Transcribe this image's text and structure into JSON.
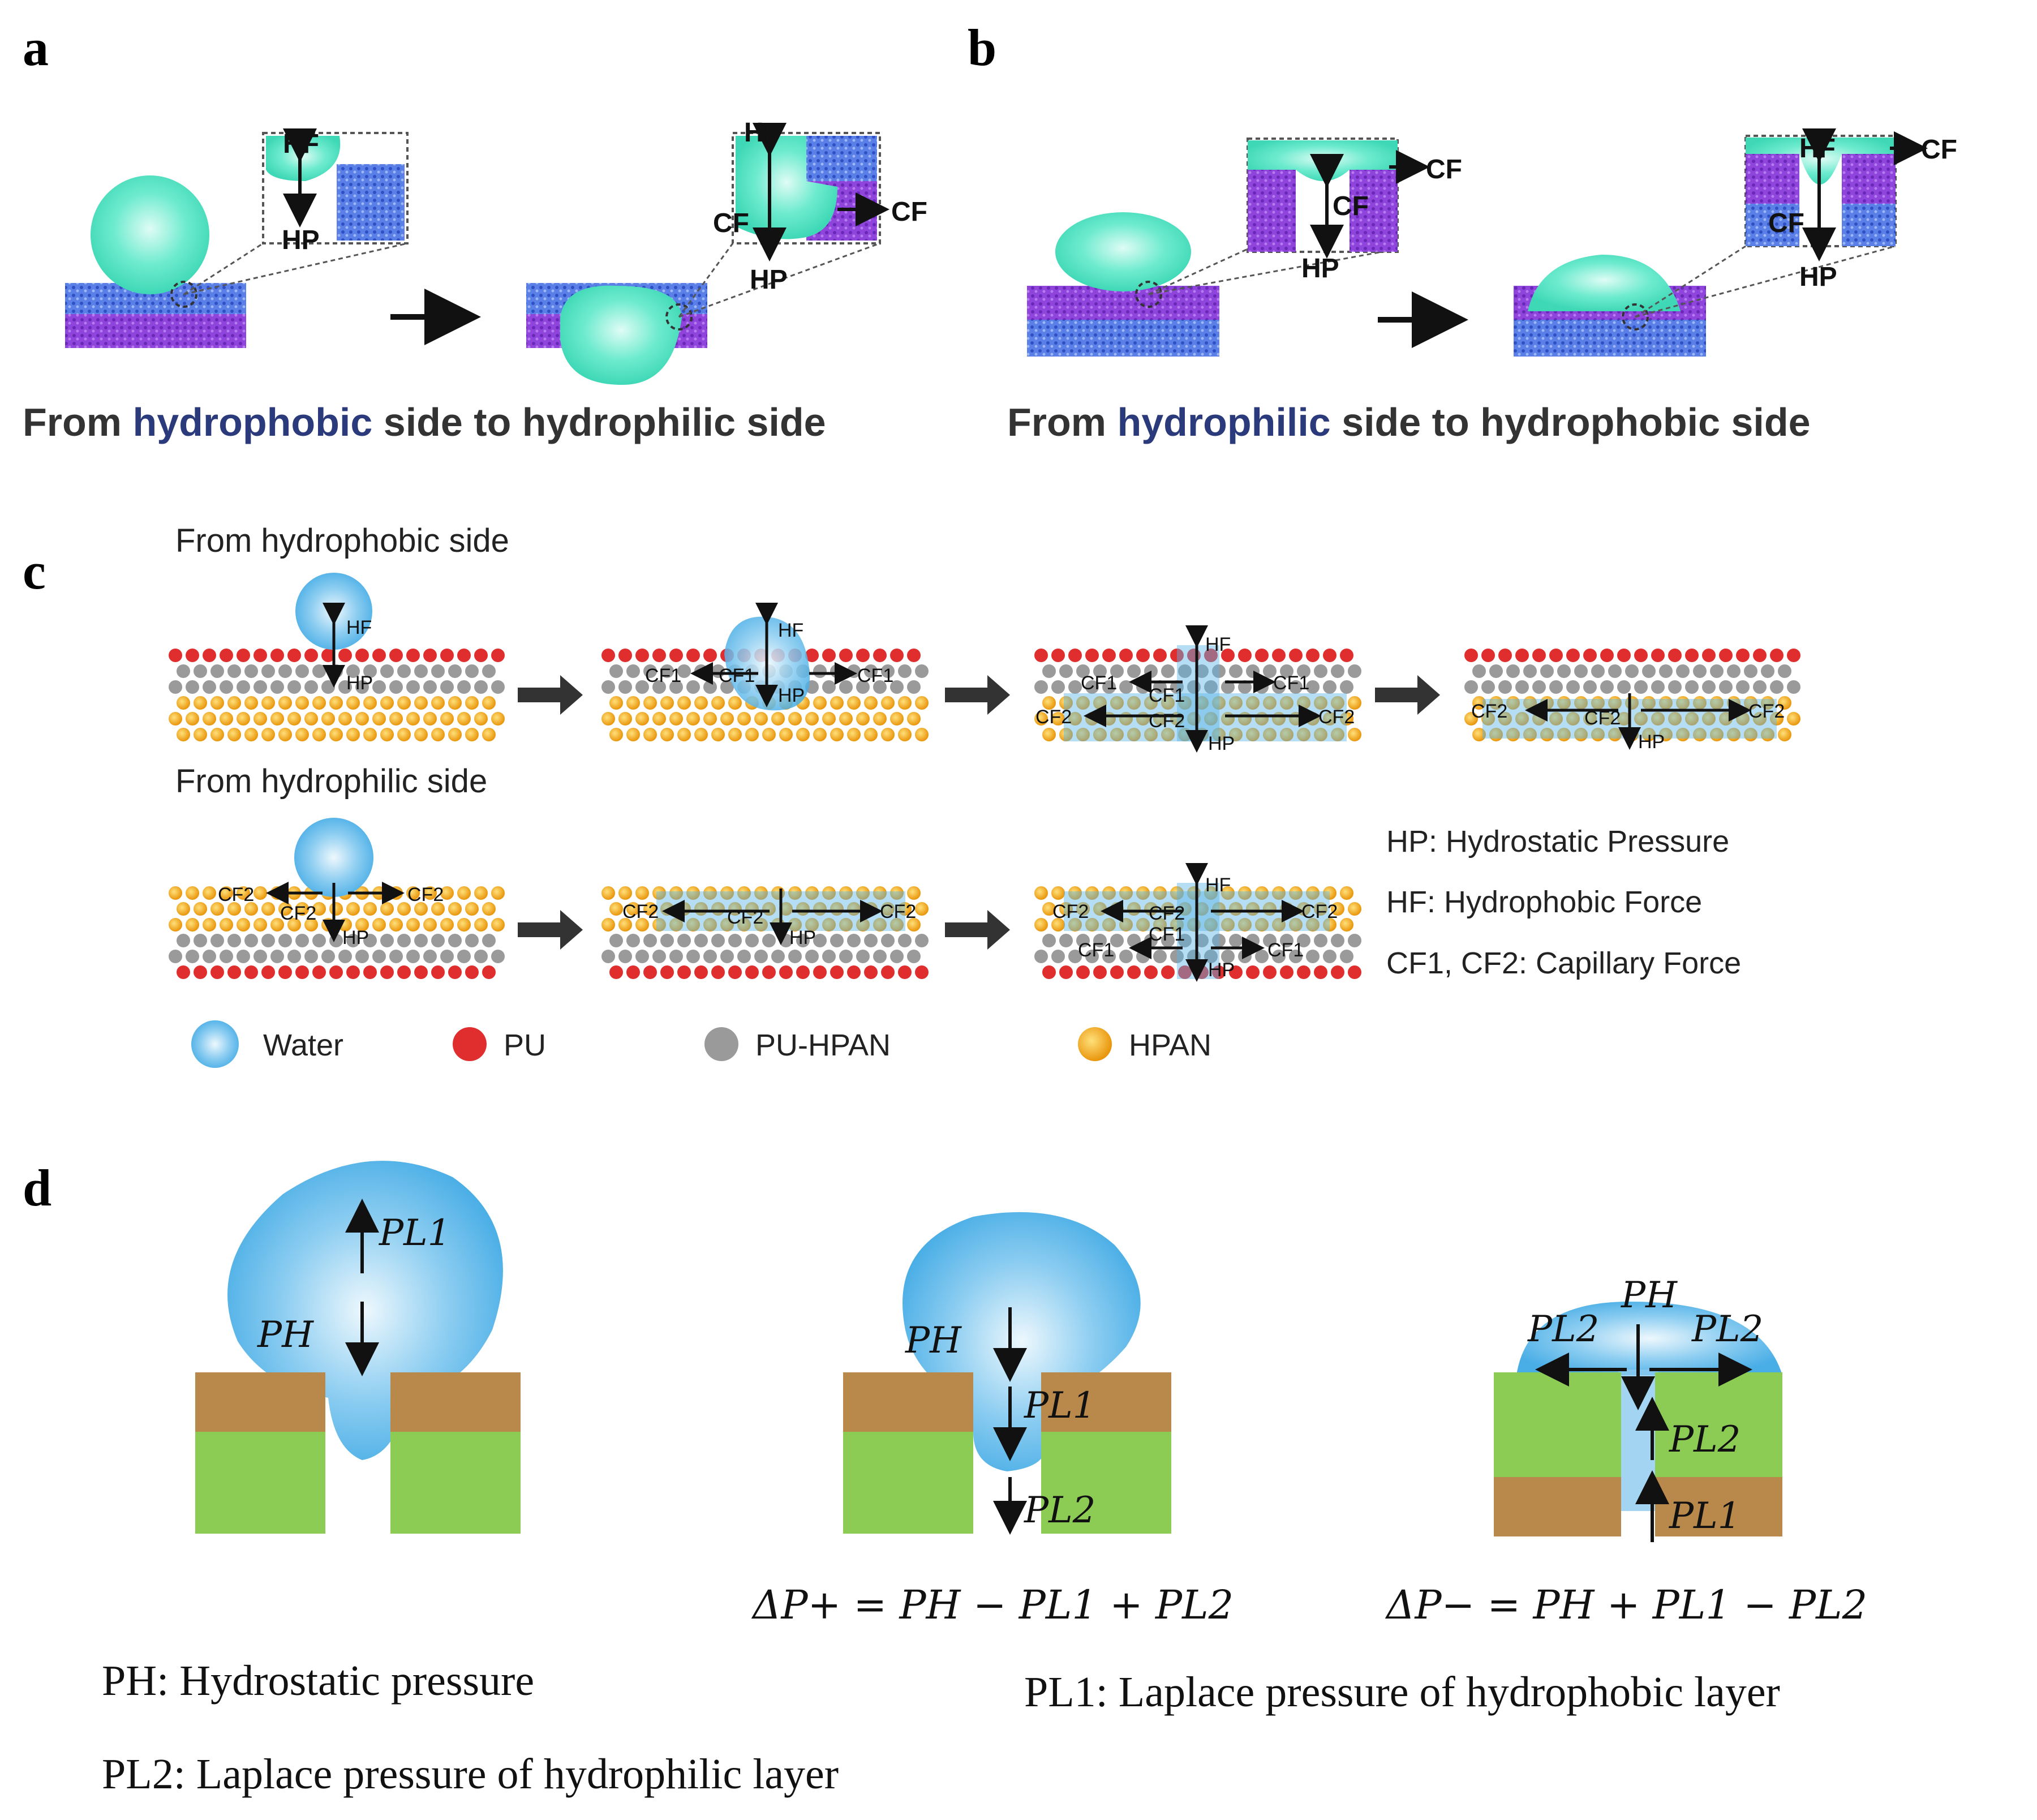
{
  "panel_labels": {
    "a": "a",
    "b": "b",
    "c": "c",
    "d": "d"
  },
  "panel_a": {
    "caption_pre": "From ",
    "caption_hl": "hydrophobic",
    "caption_post": " side to hydrophilic side",
    "labels": {
      "hf": "HF",
      "hp": "HP",
      "cf": "CF"
    }
  },
  "panel_b": {
    "caption_pre": "From ",
    "caption_hl": "hydrophilic",
    "caption_post": " side to hydrophobic side",
    "labels": {
      "hf": "HF",
      "hp": "HP",
      "cf": "CF"
    }
  },
  "panel_c": {
    "row1_title": "From hydrophobic side",
    "row2_title": "From hydrophilic side",
    "labels": {
      "hf": "HF",
      "hp": "HP",
      "cf1": "CF1",
      "cf2": "CF2"
    },
    "definitions": [
      "HP: Hydrostatic  Pressure",
      "HF: Hydrophobic Force",
      "CF1, CF2: Capillary Force"
    ],
    "legend": [
      {
        "label": "Water",
        "color": "#5bb3e6"
      },
      {
        "label": "PU",
        "color": "#e02e2e"
      },
      {
        "label": "PU-HPAN",
        "color": "#9a9a9a"
      },
      {
        "label": "HPAN",
        "color": "#f2a81c"
      }
    ]
  },
  "panel_d": {
    "symbols": {
      "pl1": "PL1",
      "pl2": "PL2",
      "ph": "PH"
    },
    "eq_plus": "ΔP+ = PH − PL1 + PL2",
    "eq_minus": "ΔP− = PH + PL1 − PL2",
    "def_ph": "PH: Hydrostatic pressure",
    "def_pl1": "PL1: Laplace pressure of hydrophobic layer",
    "def_pl2": "PL2: Laplace pressure of hydrophilic layer"
  },
  "colors": {
    "water_cyan": "#52e3c2",
    "water_blue": "#5bb3e6",
    "membrane_blue": "#4a6fe0",
    "membrane_purple": "#8a3fd8",
    "pu_red": "#e02e2e",
    "pu_hpan_gray": "#9a9a9a",
    "hpan_orange": "#f2a81c",
    "hydrophobic_brown": "#b8894a",
    "hydrophilic_green": "#8ccc55"
  }
}
